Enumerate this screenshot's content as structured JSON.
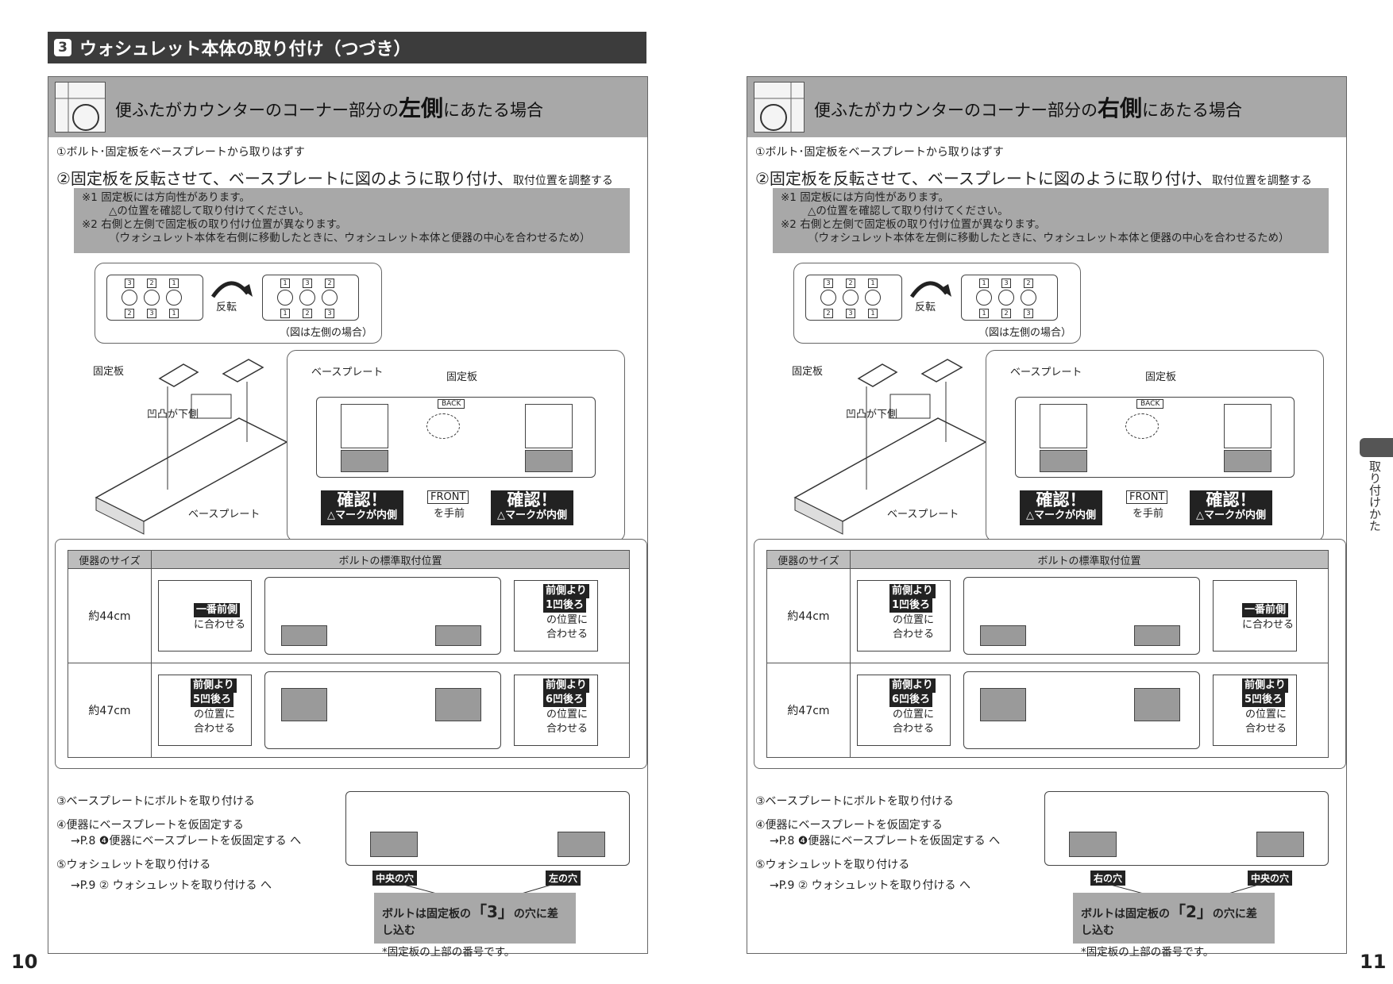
{
  "section": {
    "number": "3",
    "title": "ウォシュレット本体の取り付け（つづき）"
  },
  "left": {
    "title_pre": "便ふたがカウンターのコーナー部分の",
    "title_bold": "左側",
    "title_post": "にあたる場合",
    "step1": "①ボルト･固定板をベースプレートから取りはずす",
    "step2_main": "②固定板を反転させて、ベースプレートに図のように取り付け、",
    "step2_small": "取付位置を調整する",
    "note1a": "※1  固定板には方向性があります。",
    "note1b": "△の位置を確認して取り付けてください。",
    "note2a": "※2  右側と左側で固定板の取り付け位置が異なります。",
    "note2b": "（ウォシュレット本体を右側に移動したときに、ウォシュレット本体と便器の中心を合わせるため）",
    "flip": "反転",
    "fig_caption": "（図は左側の場合）",
    "fixed_plate": "固定板",
    "bump_down": "凹凸が下側",
    "base_plate": "ベースプレート",
    "base_plate2": "ベースプレート",
    "fixed_plate2": "固定板",
    "back": "BACK",
    "front": "FRONT",
    "front_forward": "を手前",
    "confirm1": "確認！",
    "confirm1b": "△マークが内側",
    "confirm2": "確認！",
    "confirm2b": "△マークが内側",
    "th_size": "便器のサイズ",
    "th_pos": "ボルトの標準取付位置",
    "row1_size": "約44cm",
    "row1_l_tag": "一番前側",
    "row1_l_txt": "に合わせる",
    "row1_r_tag1": "前側より",
    "row1_r_tag2": "1凹後ろ",
    "row1_r_txt1": "の位置に",
    "row1_r_txt2": "合わせる",
    "row2_size": "約47cm",
    "row2_l_tag1": "前側より",
    "row2_l_tag2": "5凹後ろ",
    "row2_l_txt1": "の位置に",
    "row2_l_txt2": "合わせる",
    "row2_r_tag1": "前側より",
    "row2_r_tag2": "6凹後ろ",
    "row2_r_txt1": "の位置に",
    "row2_r_txt2": "合わせる",
    "step3": "③ベースプレートにボルトを取り付ける",
    "step4": "④便器にベースプレートを仮固定する",
    "step4_ref": "→P.8 ❹便器にベースプレートを仮固定する へ",
    "step5": "⑤ウォシュレットを取り付ける",
    "step5_ref": "→P.9 ② ウォシュレットを取り付ける へ",
    "hole_left_tag": "中央の穴",
    "hole_right_tag": "左の穴",
    "bolt_pre": "ボルトは固定板の",
    "bolt_num": "「3」",
    "bolt_post": "の穴に差し込む",
    "bolt_note": "*固定板の上部の番号です。",
    "page": "10"
  },
  "right": {
    "title_pre": "便ふたがカウンターのコーナー部分の",
    "title_bold": "右側",
    "title_post": "にあたる場合",
    "step1": "①ボルト･固定板をベースプレートから取りはずす",
    "step2_main": "②固定板を反転させて、ベースプレートに図のように取り付け、",
    "step2_small": "取付位置を調整する",
    "note1a": "※1  固定板には方向性があります。",
    "note1b": "△の位置を確認して取り付けてください。",
    "note2a": "※2  右側と左側で固定板の取り付け位置が異なります。",
    "note2b": "（ウォシュレット本体を左側に移動したときに、ウォシュレット本体と便器の中心を合わせるため）",
    "flip": "反転",
    "fig_caption": "（図は左側の場合）",
    "fixed_plate": "固定板",
    "bump_down": "凹凸が下側",
    "base_plate": "ベースプレート",
    "base_plate2": "ベースプレート",
    "fixed_plate2": "固定板",
    "back": "BACK",
    "front": "FRONT",
    "front_forward": "を手前",
    "confirm1": "確認！",
    "confirm1b": "△マークが内側",
    "confirm2": "確認！",
    "confirm2b": "△マークが内側",
    "th_size": "便器のサイズ",
    "th_pos": "ボルトの標準取付位置",
    "row1_size": "約44cm",
    "row1_l_tag1": "前側より",
    "row1_l_tag2": "1凹後ろ",
    "row1_l_txt1": "の位置に",
    "row1_l_txt2": "合わせる",
    "row1_r_tag": "一番前側",
    "row1_r_txt": "に合わせる",
    "row2_size": "約47cm",
    "row2_l_tag1": "前側より",
    "row2_l_tag2": "6凹後ろ",
    "row2_l_txt1": "の位置に",
    "row2_l_txt2": "合わせる",
    "row2_r_tag1": "前側より",
    "row2_r_tag2": "5凹後ろ",
    "row2_r_txt1": "の位置に",
    "row2_r_txt2": "合わせる",
    "step3": "③ベースプレートにボルトを取り付ける",
    "step4": "④便器にベースプレートを仮固定する",
    "step4_ref": "→P.8 ❹便器にベースプレートを仮固定する へ",
    "step5": "⑤ウォシュレットを取り付ける",
    "step5_ref": "→P.9 ② ウォシュレットを取り付ける へ",
    "hole_left_tag": "右の穴",
    "hole_right_tag": "中央の穴",
    "bolt_pre": "ボルトは固定板の",
    "bolt_num": "「2」",
    "bolt_post": "の穴に差し込む",
    "bolt_note": "*固定板の上部の番号です。",
    "page": "11"
  },
  "side_tab": "取り付けかた"
}
